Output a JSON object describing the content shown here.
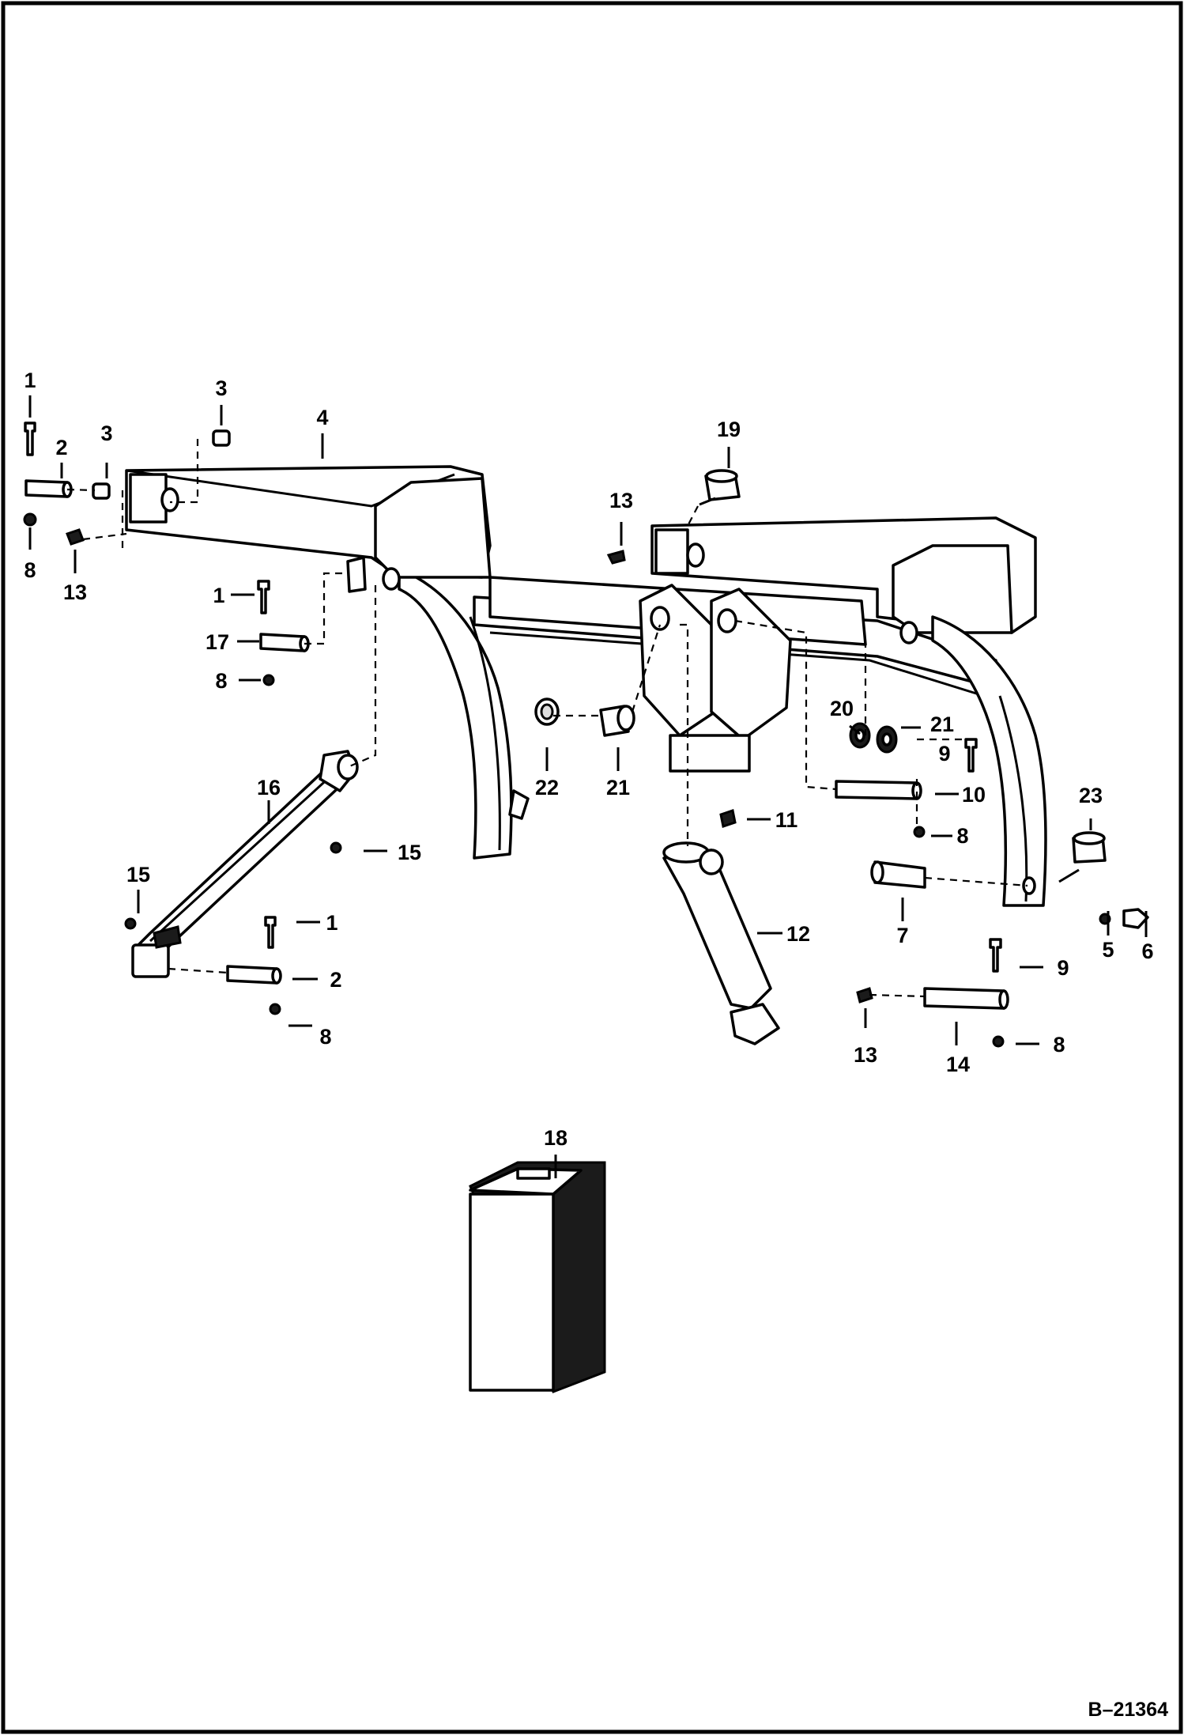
{
  "diagram": {
    "drawing_number": "B–21364",
    "callouts": [
      {
        "id": "c-1a",
        "label": "1"
      },
      {
        "id": "c-2a",
        "label": "2"
      },
      {
        "id": "c-3a",
        "label": "3"
      },
      {
        "id": "c-3b",
        "label": "3"
      },
      {
        "id": "c-4",
        "label": "4"
      },
      {
        "id": "c-8a",
        "label": "8"
      },
      {
        "id": "c-13a",
        "label": "13"
      },
      {
        "id": "c-1b",
        "label": "1"
      },
      {
        "id": "c-17",
        "label": "17"
      },
      {
        "id": "c-8b",
        "label": "8"
      },
      {
        "id": "c-16",
        "label": "16"
      },
      {
        "id": "c-15a",
        "label": "15"
      },
      {
        "id": "c-15b",
        "label": "15"
      },
      {
        "id": "c-1c",
        "label": "1"
      },
      {
        "id": "c-2b",
        "label": "2"
      },
      {
        "id": "c-8c",
        "label": "8"
      },
      {
        "id": "c-19",
        "label": "19"
      },
      {
        "id": "c-13b",
        "label": "13"
      },
      {
        "id": "c-22",
        "label": "22"
      },
      {
        "id": "c-21a",
        "label": "21"
      },
      {
        "id": "c-20",
        "label": "20"
      },
      {
        "id": "c-21b",
        "label": "21"
      },
      {
        "id": "c-9a",
        "label": "9"
      },
      {
        "id": "c-10",
        "label": "10"
      },
      {
        "id": "c-8d",
        "label": "8"
      },
      {
        "id": "c-11",
        "label": "11"
      },
      {
        "id": "c-12",
        "label": "12"
      },
      {
        "id": "c-23",
        "label": "23"
      },
      {
        "id": "c-7",
        "label": "7"
      },
      {
        "id": "c-5",
        "label": "5"
      },
      {
        "id": "c-6",
        "label": "6"
      },
      {
        "id": "c-9b",
        "label": "9"
      },
      {
        "id": "c-13c",
        "label": "13"
      },
      {
        "id": "c-14",
        "label": "14"
      },
      {
        "id": "c-8e",
        "label": "8"
      },
      {
        "id": "c-18",
        "label": "18"
      }
    ]
  }
}
